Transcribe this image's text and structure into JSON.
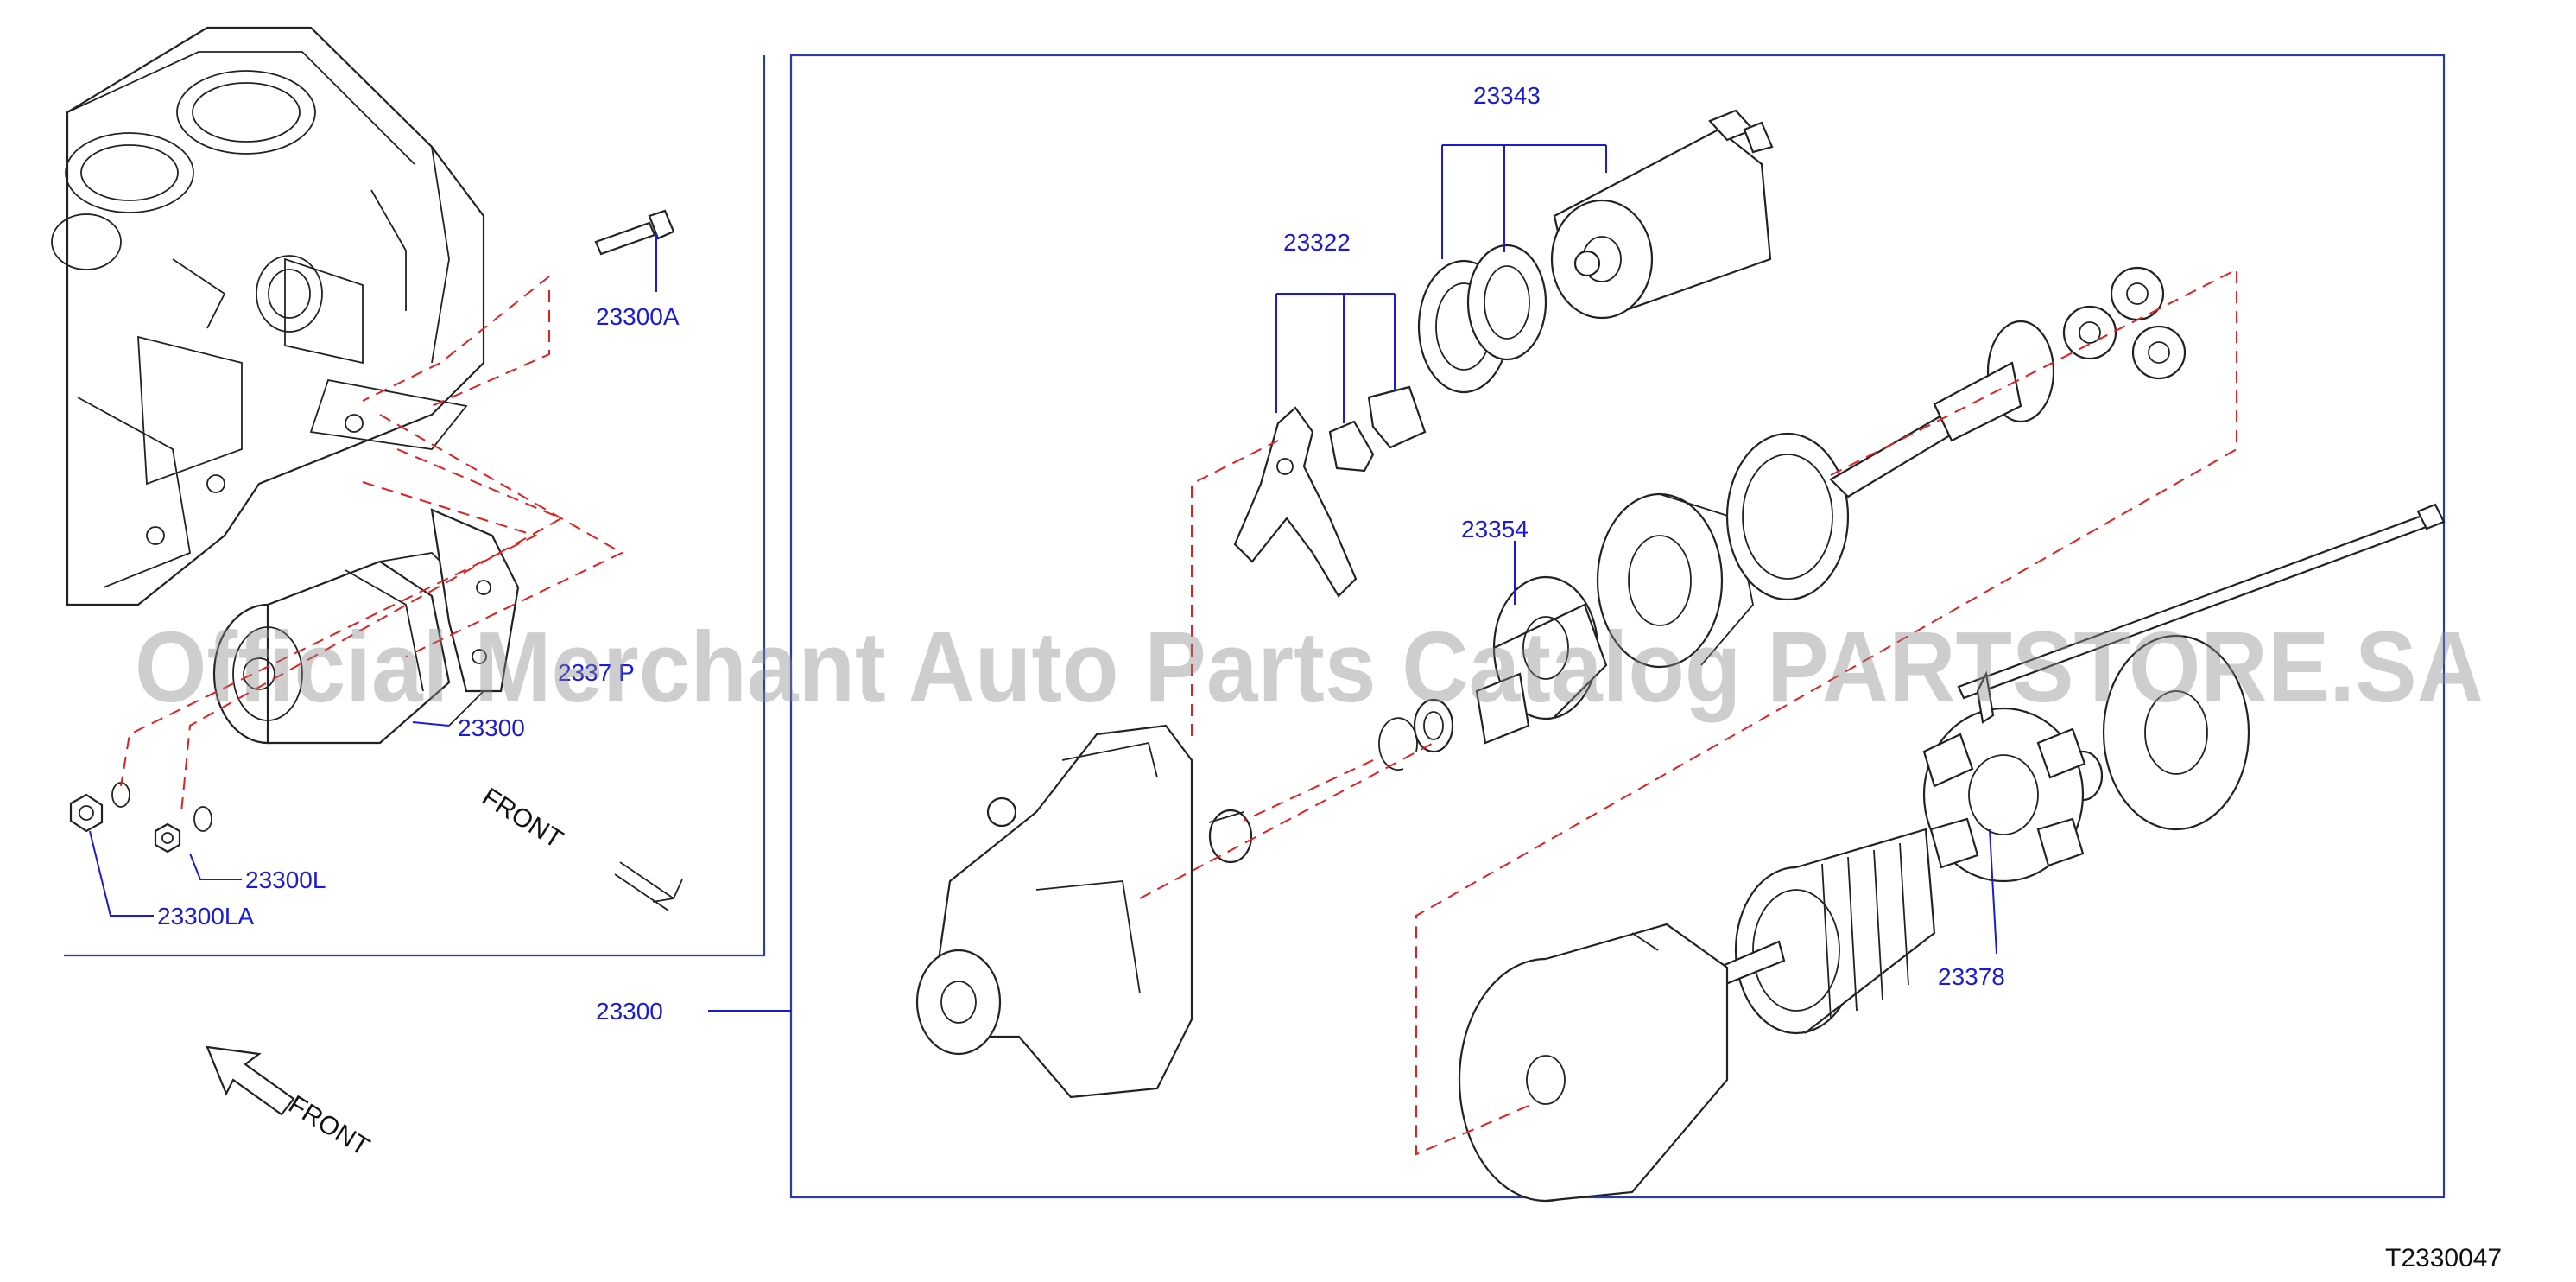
{
  "labels": {
    "l_23343": "23343",
    "l_23322": "23322",
    "l_23300a": "23300A",
    "l_23354": "23354",
    "l_2337p": "2337 P",
    "l_23300_small": "23300",
    "l_23300l": "23300L",
    "l_23300la": "23300LA",
    "l_23300_main": "23300",
    "l_23378": "23378"
  },
  "front_label_upper": "FRONT",
  "front_label_lower": "FRONT",
  "diagram_code": "T2330047",
  "watermark": "Official Merchant Auto Parts Catalog PARTSTORE.SA",
  "colors": {
    "callout": "#1b1bd6",
    "frame": "#2a3aa8",
    "dashed_guide": "#e02020",
    "line_art": "#222222"
  }
}
